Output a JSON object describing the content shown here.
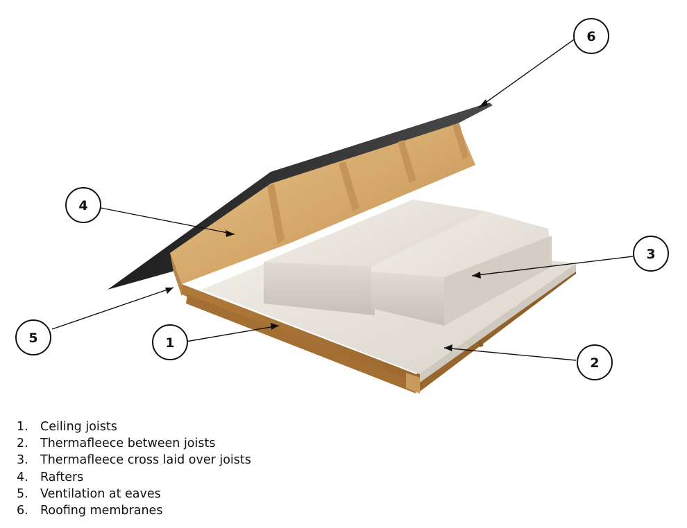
{
  "diagram": {
    "callouts": [
      "1",
      "2",
      "3",
      "4",
      "5",
      "6"
    ]
  },
  "legend": {
    "items": [
      {
        "num": "1.",
        "text": "Ceiling joists"
      },
      {
        "num": "2.",
        "text": "Thermafleece between joists"
      },
      {
        "num": "3.",
        "text": "Thermafleece cross laid over joists"
      },
      {
        "num": "4.",
        "text": "Rafters"
      },
      {
        "num": "5.",
        "text": "Ventilation at eaves"
      },
      {
        "num": "6.",
        "text": "Roofing membranes"
      }
    ]
  },
  "colors": {
    "timber": "#d9b07a",
    "timber_dark": "#a87838",
    "fleece": "#e4e0d8",
    "membrane": "#2a2a2a"
  }
}
